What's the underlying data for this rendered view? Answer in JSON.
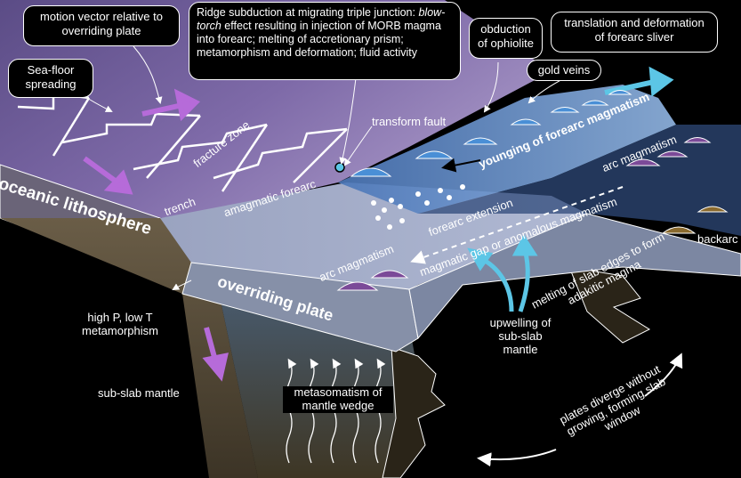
{
  "callouts": {
    "motion_vector": "motion vector relative to overriding plate",
    "seafloor": "Sea-floor spreading",
    "ridge_prefix": "Ridge subduction at migrating triple junction:",
    "ridge_italic": "blow-torch",
    "ridge_rest": "effect resulting in injection of MORB magma into forearc; melting of accretionary prism; metamorphism and deformation; fluid activity",
    "obduction": "obduction of ophiolite",
    "translation": "translation and deformation of forearc sliver",
    "gold": "gold veins"
  },
  "labels": {
    "transform_fault": "transform fault",
    "fracture_zone": "fracture zone",
    "trench": "trench",
    "amagmatic_forearc": "amagmatic forearc",
    "oceanic_lithosphere": "oceanic lithosphere",
    "younging": "younging of forearc magmatism",
    "arc_magmatism_top": "arc magmatism",
    "forearc_extension": "forearc extension",
    "magmatic_gap": "magmatic gap or anomalous magmatism",
    "arc_magmatism_bottom": "arc magmatism",
    "backarc": "backarc",
    "overriding_plate": "overriding plate",
    "high_p": "high P, low T metamorphism",
    "sub_slab": "sub-slab mantle",
    "metasomatism": "metasomatism of mantle wedge",
    "upwelling": "upwelling of sub-slab mantle",
    "melting_slab": "melting of slab edges to form adakitic magma",
    "plates_diverge": "plates diverge without growing, forming slab window"
  },
  "colors": {
    "background": "#000000",
    "ocean_top": "#6f5fa3",
    "overriding_top": "#a7b2cf",
    "overriding_side": "#8690a8",
    "forearc_blue": "#5f8cc8",
    "volcano_blue": "#4a8fd6",
    "volcano_purple": "#7b4a98",
    "volcano_brown": "#8a6a2e",
    "arrow_purple": "#b66bd9",
    "arrow_cyan": "#5cc6e6",
    "slab": "#5a4e3c",
    "mantle": "#2a2418"
  }
}
